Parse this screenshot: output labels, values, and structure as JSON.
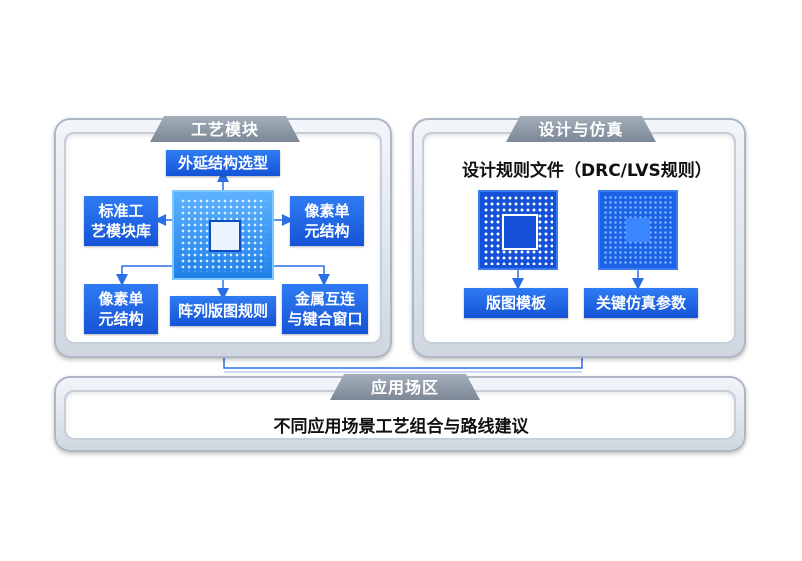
{
  "process_module": {
    "title": "工艺模块",
    "items": {
      "epitaxy": "外延结构选型",
      "standard_module": "标准工\n艺模块库",
      "pixel_unit_right": "像素单\n元结构",
      "pixel_unit_left": "像素单\n元结构",
      "array_layout": "阵列版图规则",
      "metal_interconnect": "金属互连\n与键合窗口"
    }
  },
  "design_sim": {
    "title": "设计与仿真",
    "heading": "设计规则文件（DRC/LVS规则）",
    "items": {
      "layout_template": "版图模板",
      "sim_params": "关键仿真参数"
    }
  },
  "application": {
    "title": "应用场区",
    "text": "不同应用场景工艺组合与路线建议"
  },
  "colors": {
    "accent": "#1a5fe0",
    "tab": "#8c97a5",
    "connector": "#2a6fe8"
  }
}
